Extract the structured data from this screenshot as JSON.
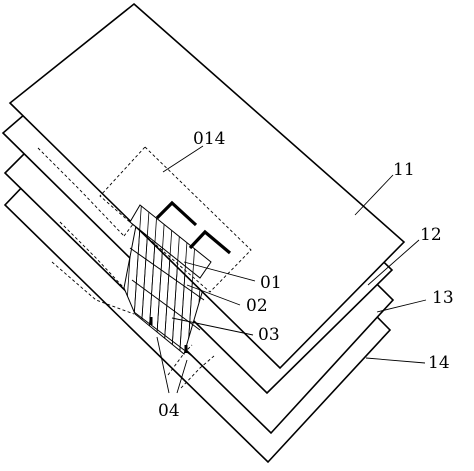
{
  "labels": {
    "layer_11": "11",
    "layer_12": "12",
    "layer_13": "13",
    "layer_14": "14",
    "region_014": "014",
    "part_01": "01",
    "part_02": "02",
    "part_03": "03",
    "part_04": "04"
  }
}
